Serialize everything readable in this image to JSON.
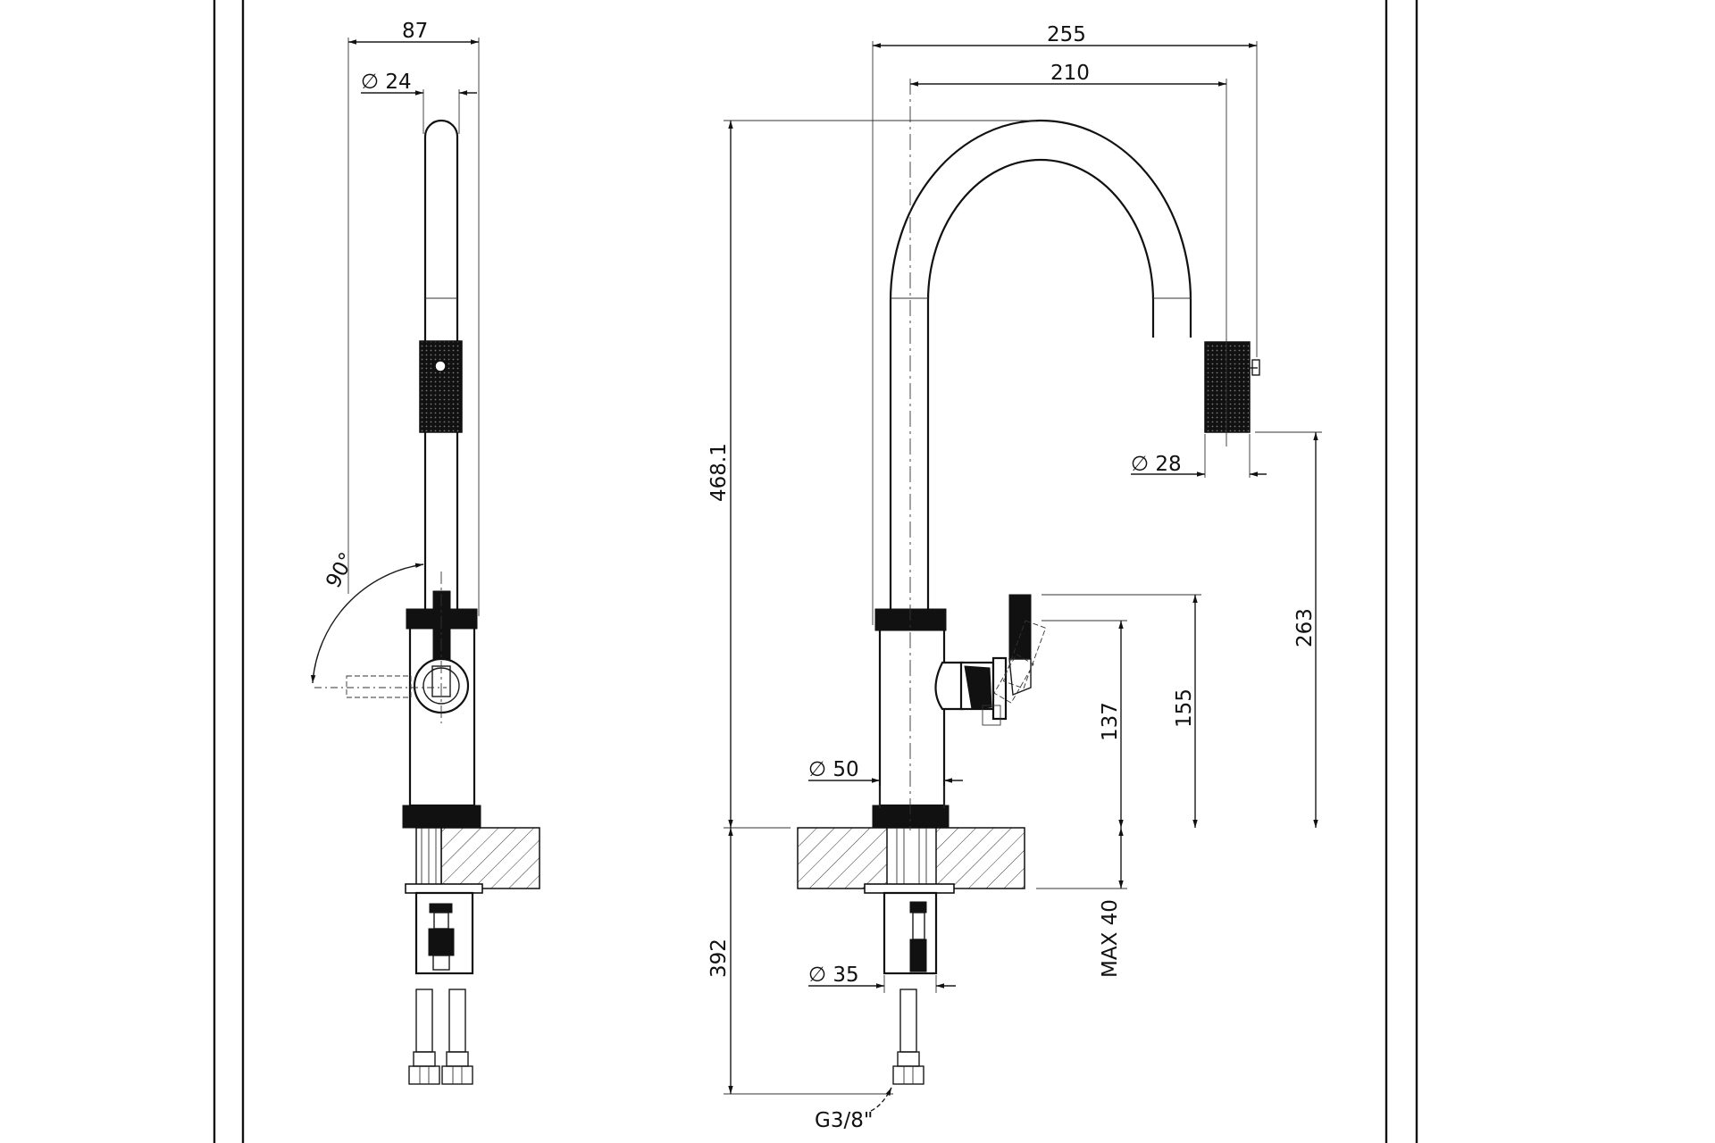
{
  "drawing": {
    "colors": {
      "ink": "#111111",
      "paper": "#ffffff"
    },
    "side_view": {
      "width_label": "87",
      "spout_diameter_label": "∅ 24",
      "lever_angle_label": "90°"
    },
    "front_view": {
      "reach_outer_label": "255",
      "reach_inner_label": "210",
      "total_height_label": "468.1",
      "head_diameter_label": "∅ 28",
      "outlet_height_label": "263",
      "lever_height_label": "155",
      "handle_axis_height_label": "137",
      "base_diameter_label": "∅ 50",
      "below_deck_label": "392",
      "deck_thickness_label": "MAX 40",
      "shank_diameter_label": "∅ 35",
      "thread_label": "G3/8\""
    }
  }
}
